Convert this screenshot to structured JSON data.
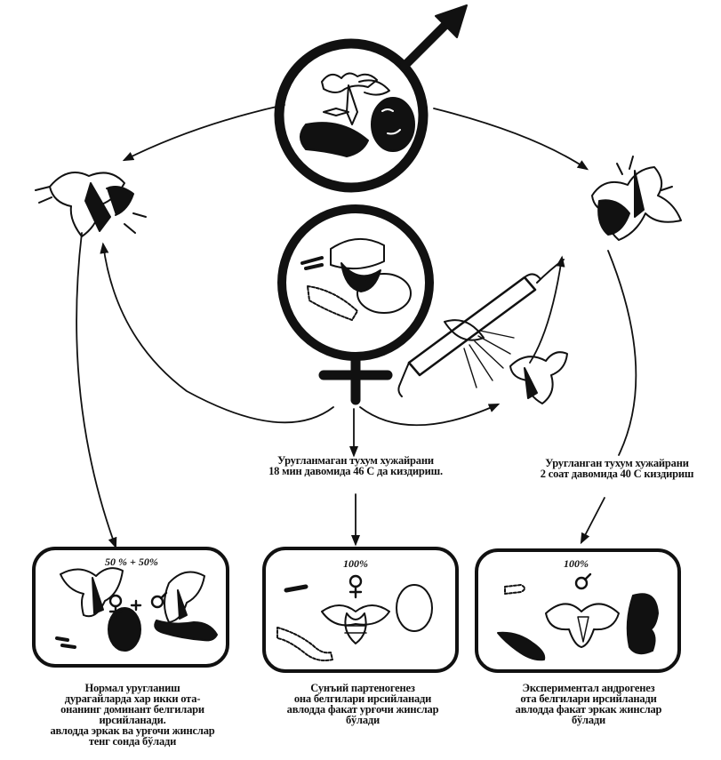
{
  "colors": {
    "ink": "#111111",
    "background": "#ffffff"
  },
  "panels": {
    "left_percent": "50 % + 50%",
    "middle_percent": "100%",
    "right_percent": "100%"
  },
  "treatments": {
    "middle": [
      "Уругланмаган тухум хужайрани",
      "18 мин давомида 46 С да киздириш."
    ],
    "right": [
      "Уругланган тухум хужайрани",
      "2 соат давомида 40 С киздириш"
    ]
  },
  "captions": {
    "left": [
      "Нормал уругланиш",
      "дурагайларда хар икки ота-",
      "онанинг доминант белгилари",
      "ирсийланади.",
      "авлодда эркак ва урғочи жинслар",
      "тенг сонда бўлади"
    ],
    "middle": [
      "Сунъий партеногенез",
      "она белгилари ирсийланади",
      "авлодда факат урғочи жинслар",
      "бўлади"
    ],
    "right": [
      "Экспериментал андрогенез",
      "ота белгилари ирсийланади",
      "авлодда факат эркак жинслар",
      "бўлади"
    ]
  }
}
